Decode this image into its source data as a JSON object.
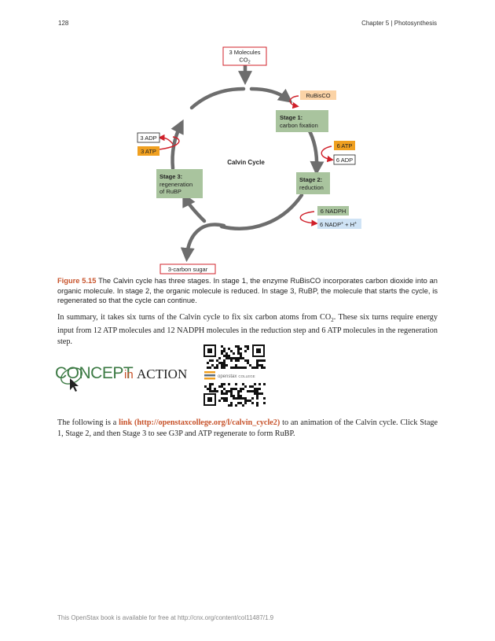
{
  "header": {
    "page_number": "128",
    "chapter": "Chapter 5 | Photosynthesis"
  },
  "diagram": {
    "center_label": "Calvin Cycle",
    "input": {
      "line1": "3 Molecules",
      "line2": "CO",
      "sub": "2"
    },
    "enzyme": "RuBisCO",
    "stage1": {
      "title": "Stage 1:",
      "desc": "carbon fixation"
    },
    "stage2": {
      "title": "Stage 2:",
      "desc": "reduction"
    },
    "stage3": {
      "title": "Stage 3:",
      "desc1": "regeneration",
      "desc2": "of RuBP"
    },
    "atp_in_stage2": "6 ATP",
    "adp_out_stage2": "6 ADP",
    "adp_stage3": "3 ADP",
    "atp_stage3": "3 ATP",
    "nadph": "6 NADPH",
    "nadp": {
      "base": "6 NADP",
      "sup": "+",
      "mid": " + H",
      "sup2": "+"
    },
    "output": "3-carbon sugar",
    "colors": {
      "stage_green": "#a9c49e",
      "atp_orange": "#f0a020",
      "rubisco_peach": "#fbd3a6",
      "nadp_blue": "#cfe3f5",
      "arrow_gray": "#6d6d6d",
      "red_arrow": "#d0202a",
      "figure_orange": "#c7522a"
    }
  },
  "caption": {
    "figure_label": "Figure 5.15",
    "text": " The Calvin cycle has three stages. In stage 1, the enzyme RuBisCO incorporates carbon dioxide into an organic molecule. In stage 2, the organic molecule is reduced. In stage 3, RuBP, the molecule that starts the cycle, is regenerated so that the cycle can continue."
  },
  "summary": {
    "before_co2": "In summary, it takes six turns of the Calvin cycle to fix six carbon atoms from CO",
    "co2_sub": "2",
    "after_co2": ". These six turns require energy input from 12 ATP molecules and 12 NADPH molecules in the reduction step and 6 ATP molecules in the regeneration step."
  },
  "concept": {
    "word_concept": "CONCEPT",
    "word_in": "in",
    "word_action": "ACTION",
    "qr_brand": "openstax",
    "qr_brand2": "COLLEGE"
  },
  "link_paragraph": {
    "before": "The following is a ",
    "link_text": "link (http://openstaxcollege.org/l/calvin_cycle2)",
    "after": " to an animation of the Calvin cycle. Click Stage 1, Stage 2, and then Stage 3 to see G3P and ATP regenerate to form RuBP."
  },
  "footer": "This OpenStax book is available for free at http://cnx.org/content/col11487/1.9"
}
